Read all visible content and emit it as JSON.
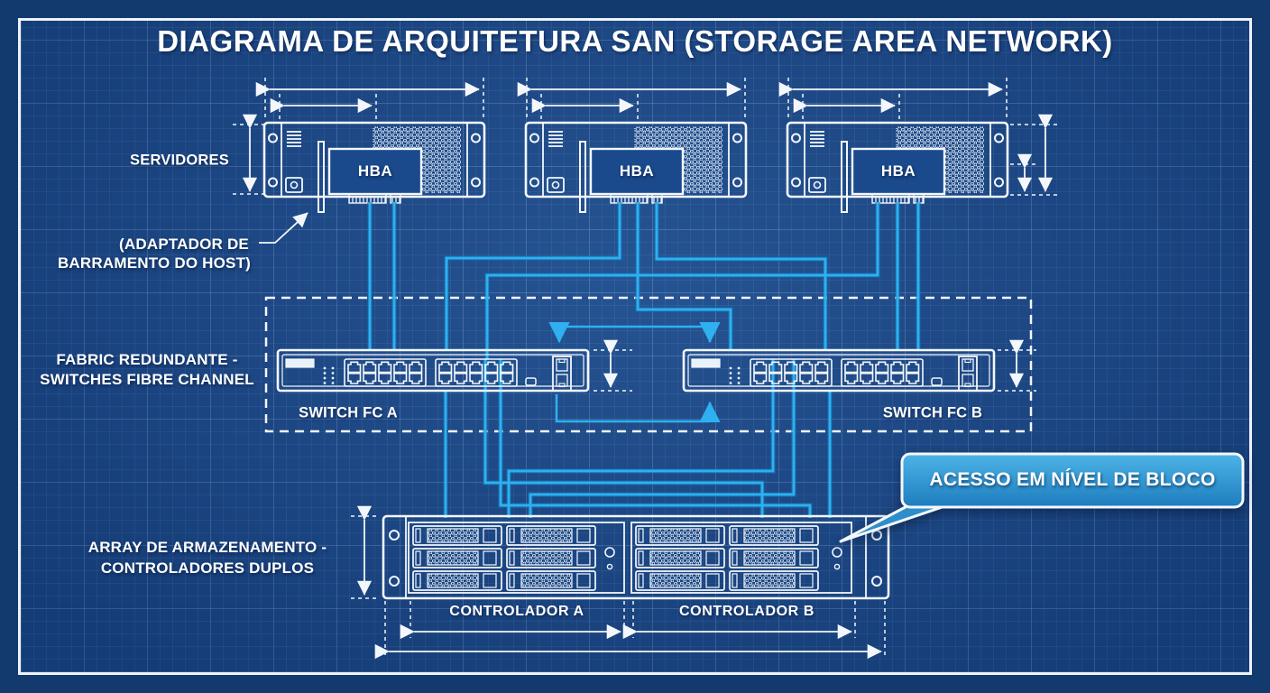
{
  "title": "DIAGRAMA DE ARQUITETURA SAN (STORAGE AREA NETWORK)",
  "colors": {
    "blueprint_background": "#1a4a8c",
    "margin_background": "#123a6e",
    "line_white": "#f3f7fc",
    "wire_cyan": "#2fb0f0",
    "callout_fill": "#2e8ecb"
  },
  "labels": {
    "servers": "SERVIDORES",
    "hba": "HBA",
    "hba_note_1": "(ADAPTADOR DE",
    "hba_note_2": "BARRAMENTO DO HOST)",
    "fabric_1": "FABRIC REDUNDANTE -",
    "fabric_2": "SWITCHES FIBRE CHANNEL",
    "switch_a": "SWITCH FC A",
    "switch_b": "SWITCH FC B",
    "array_1": "ARRAY DE ARMAZENAMENTO -",
    "array_2": "CONTROLADORES DUPLOS",
    "controller_a": "CONTROLADOR A",
    "controller_b": "CONTROLADOR B",
    "callout": "ACESSO EM NÍVEL DE BLOCO"
  }
}
